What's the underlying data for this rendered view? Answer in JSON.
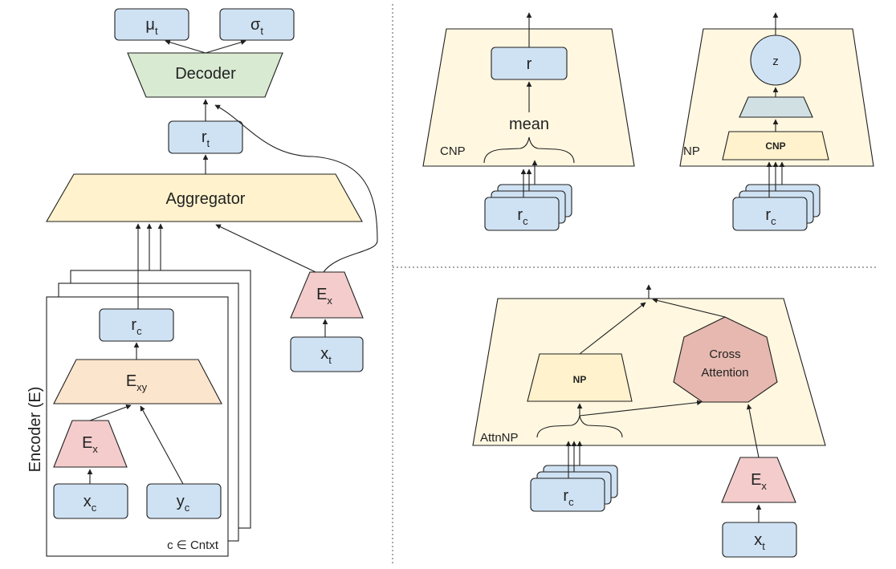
{
  "colors": {
    "blue_box": "#cfe2f3",
    "decoder_green": "#d9ead3",
    "aggregator_yellow": "#fff2cc",
    "exy_orange": "#fce5cd",
    "ex_red": "#f4cccc",
    "cross_attention": "#e6b8af",
    "panel_cream": "#fff7e0",
    "np_latent_grey": "#d0e0e3"
  },
  "left": {
    "mu": {
      "base": "μ",
      "sub": "t"
    },
    "sigma": {
      "base": "σ",
      "sub": "t"
    },
    "decoder": "Decoder",
    "rt": {
      "base": "r",
      "sub": "t"
    },
    "aggregator": "Aggregator",
    "ex_target": {
      "base": "E",
      "sub": "x"
    },
    "xt": {
      "base": "x",
      "sub": "t"
    },
    "rc": {
      "base": "r",
      "sub": "c"
    },
    "exy": {
      "base": "E",
      "sub": "xy"
    },
    "ex_context": {
      "base": "E",
      "sub": "x"
    },
    "xc": {
      "base": "x",
      "sub": "c"
    },
    "yc": {
      "base": "y",
      "sub": "c"
    },
    "encoder_label": "Encoder (E)",
    "context_caption": "c ∈ Cntxt"
  },
  "cnp": {
    "r": "r",
    "mean": "mean",
    "tag": "CNP",
    "rc": {
      "base": "r",
      "sub": "c"
    }
  },
  "np": {
    "z": "z",
    "cnp": "CNP",
    "tag": "NP",
    "rc": {
      "base": "r",
      "sub": "c"
    }
  },
  "attn": {
    "np": "NP",
    "cross_line1": "Cross",
    "cross_line2": "Attention",
    "tag": "AttnNP",
    "rc": {
      "base": "r",
      "sub": "c"
    },
    "ex": {
      "base": "E",
      "sub": "x"
    },
    "xt": {
      "base": "x",
      "sub": "t"
    }
  }
}
